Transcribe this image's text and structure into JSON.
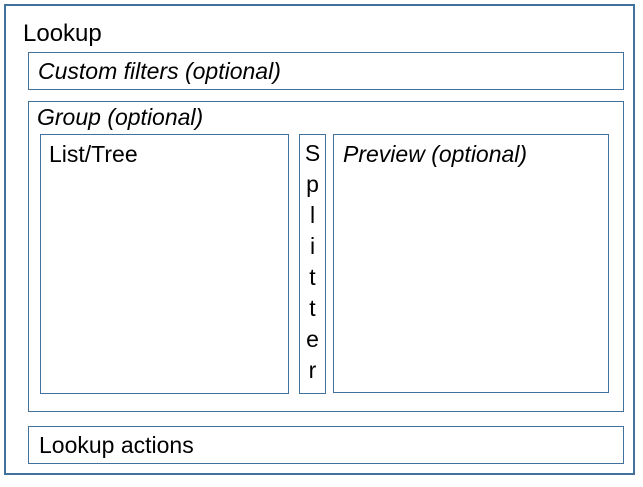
{
  "colors": {
    "border": "#41719C",
    "text": "#000000",
    "background": "#FFFFFF"
  },
  "diagram": {
    "title": "Lookup",
    "custom_filters_label": "Custom filters (optional)",
    "group_label": "Group (optional)",
    "list_tree_label": "List/Tree",
    "splitter_label": "Splitter",
    "preview_label": "Preview (optional)",
    "lookup_actions_label": "Lookup actions"
  }
}
